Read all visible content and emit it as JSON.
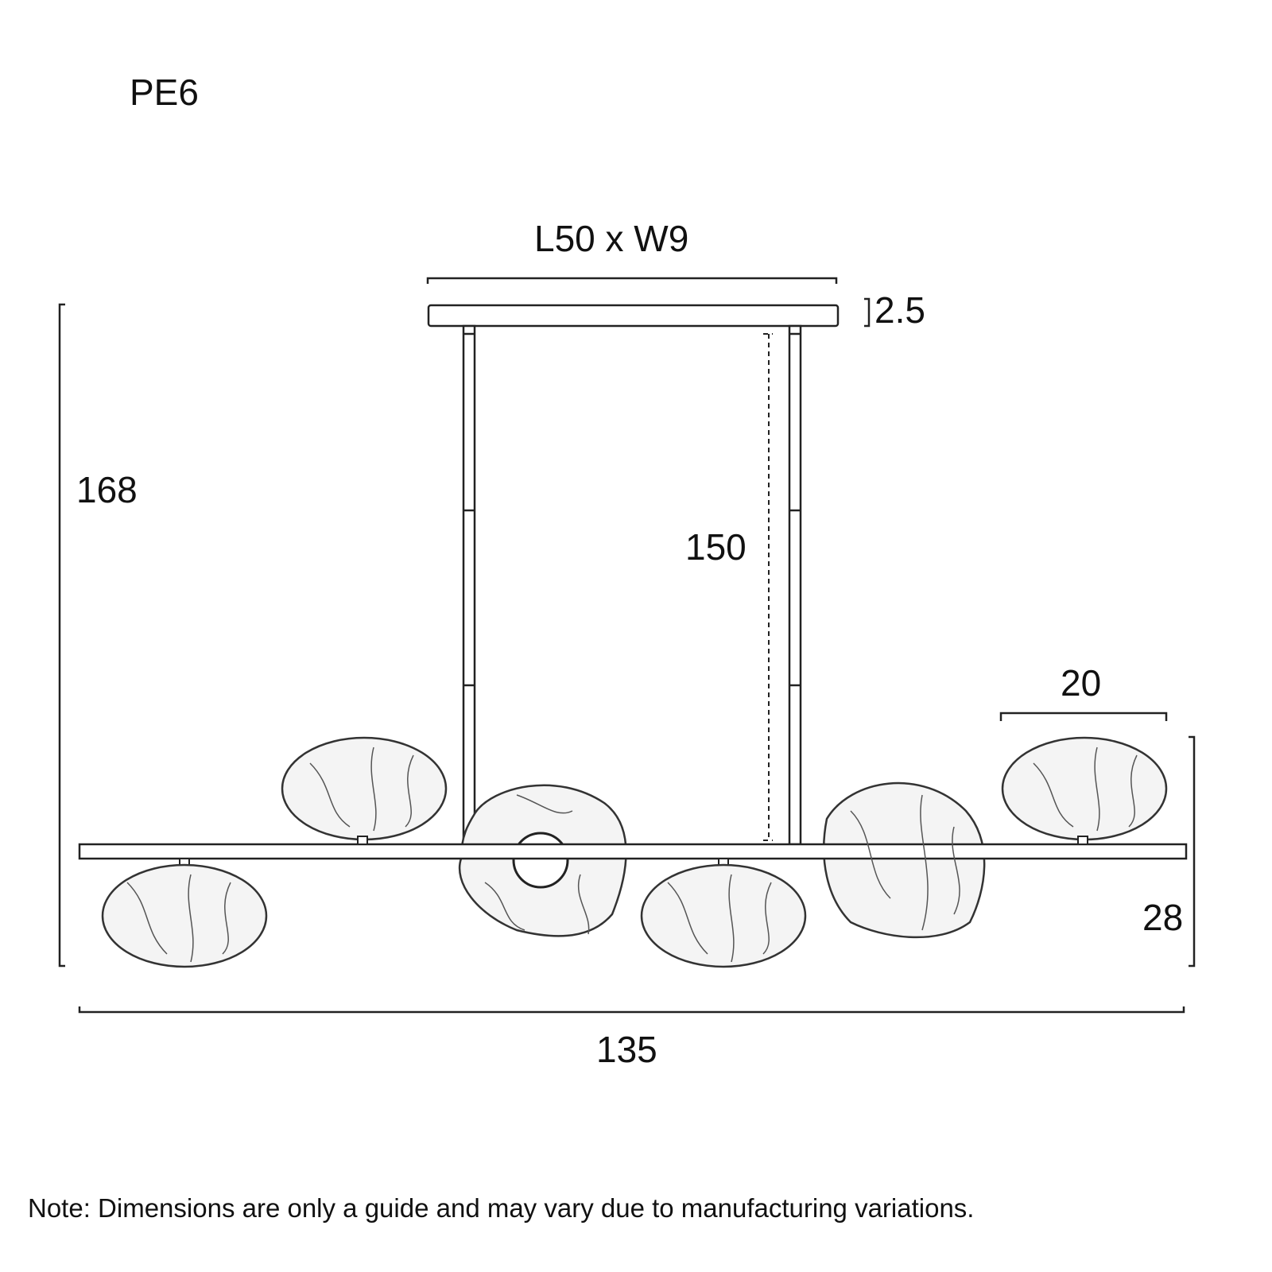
{
  "model": "PE6",
  "dimensions": {
    "canopy": "L50 x W9",
    "canopy_height": "2.5",
    "overall_height": "168",
    "drop": "150",
    "shade_width": "20",
    "shade_height": "28",
    "overall_length": "135"
  },
  "note": "Note: Dimensions are only a guide and may vary due to manufacturing variations."
}
